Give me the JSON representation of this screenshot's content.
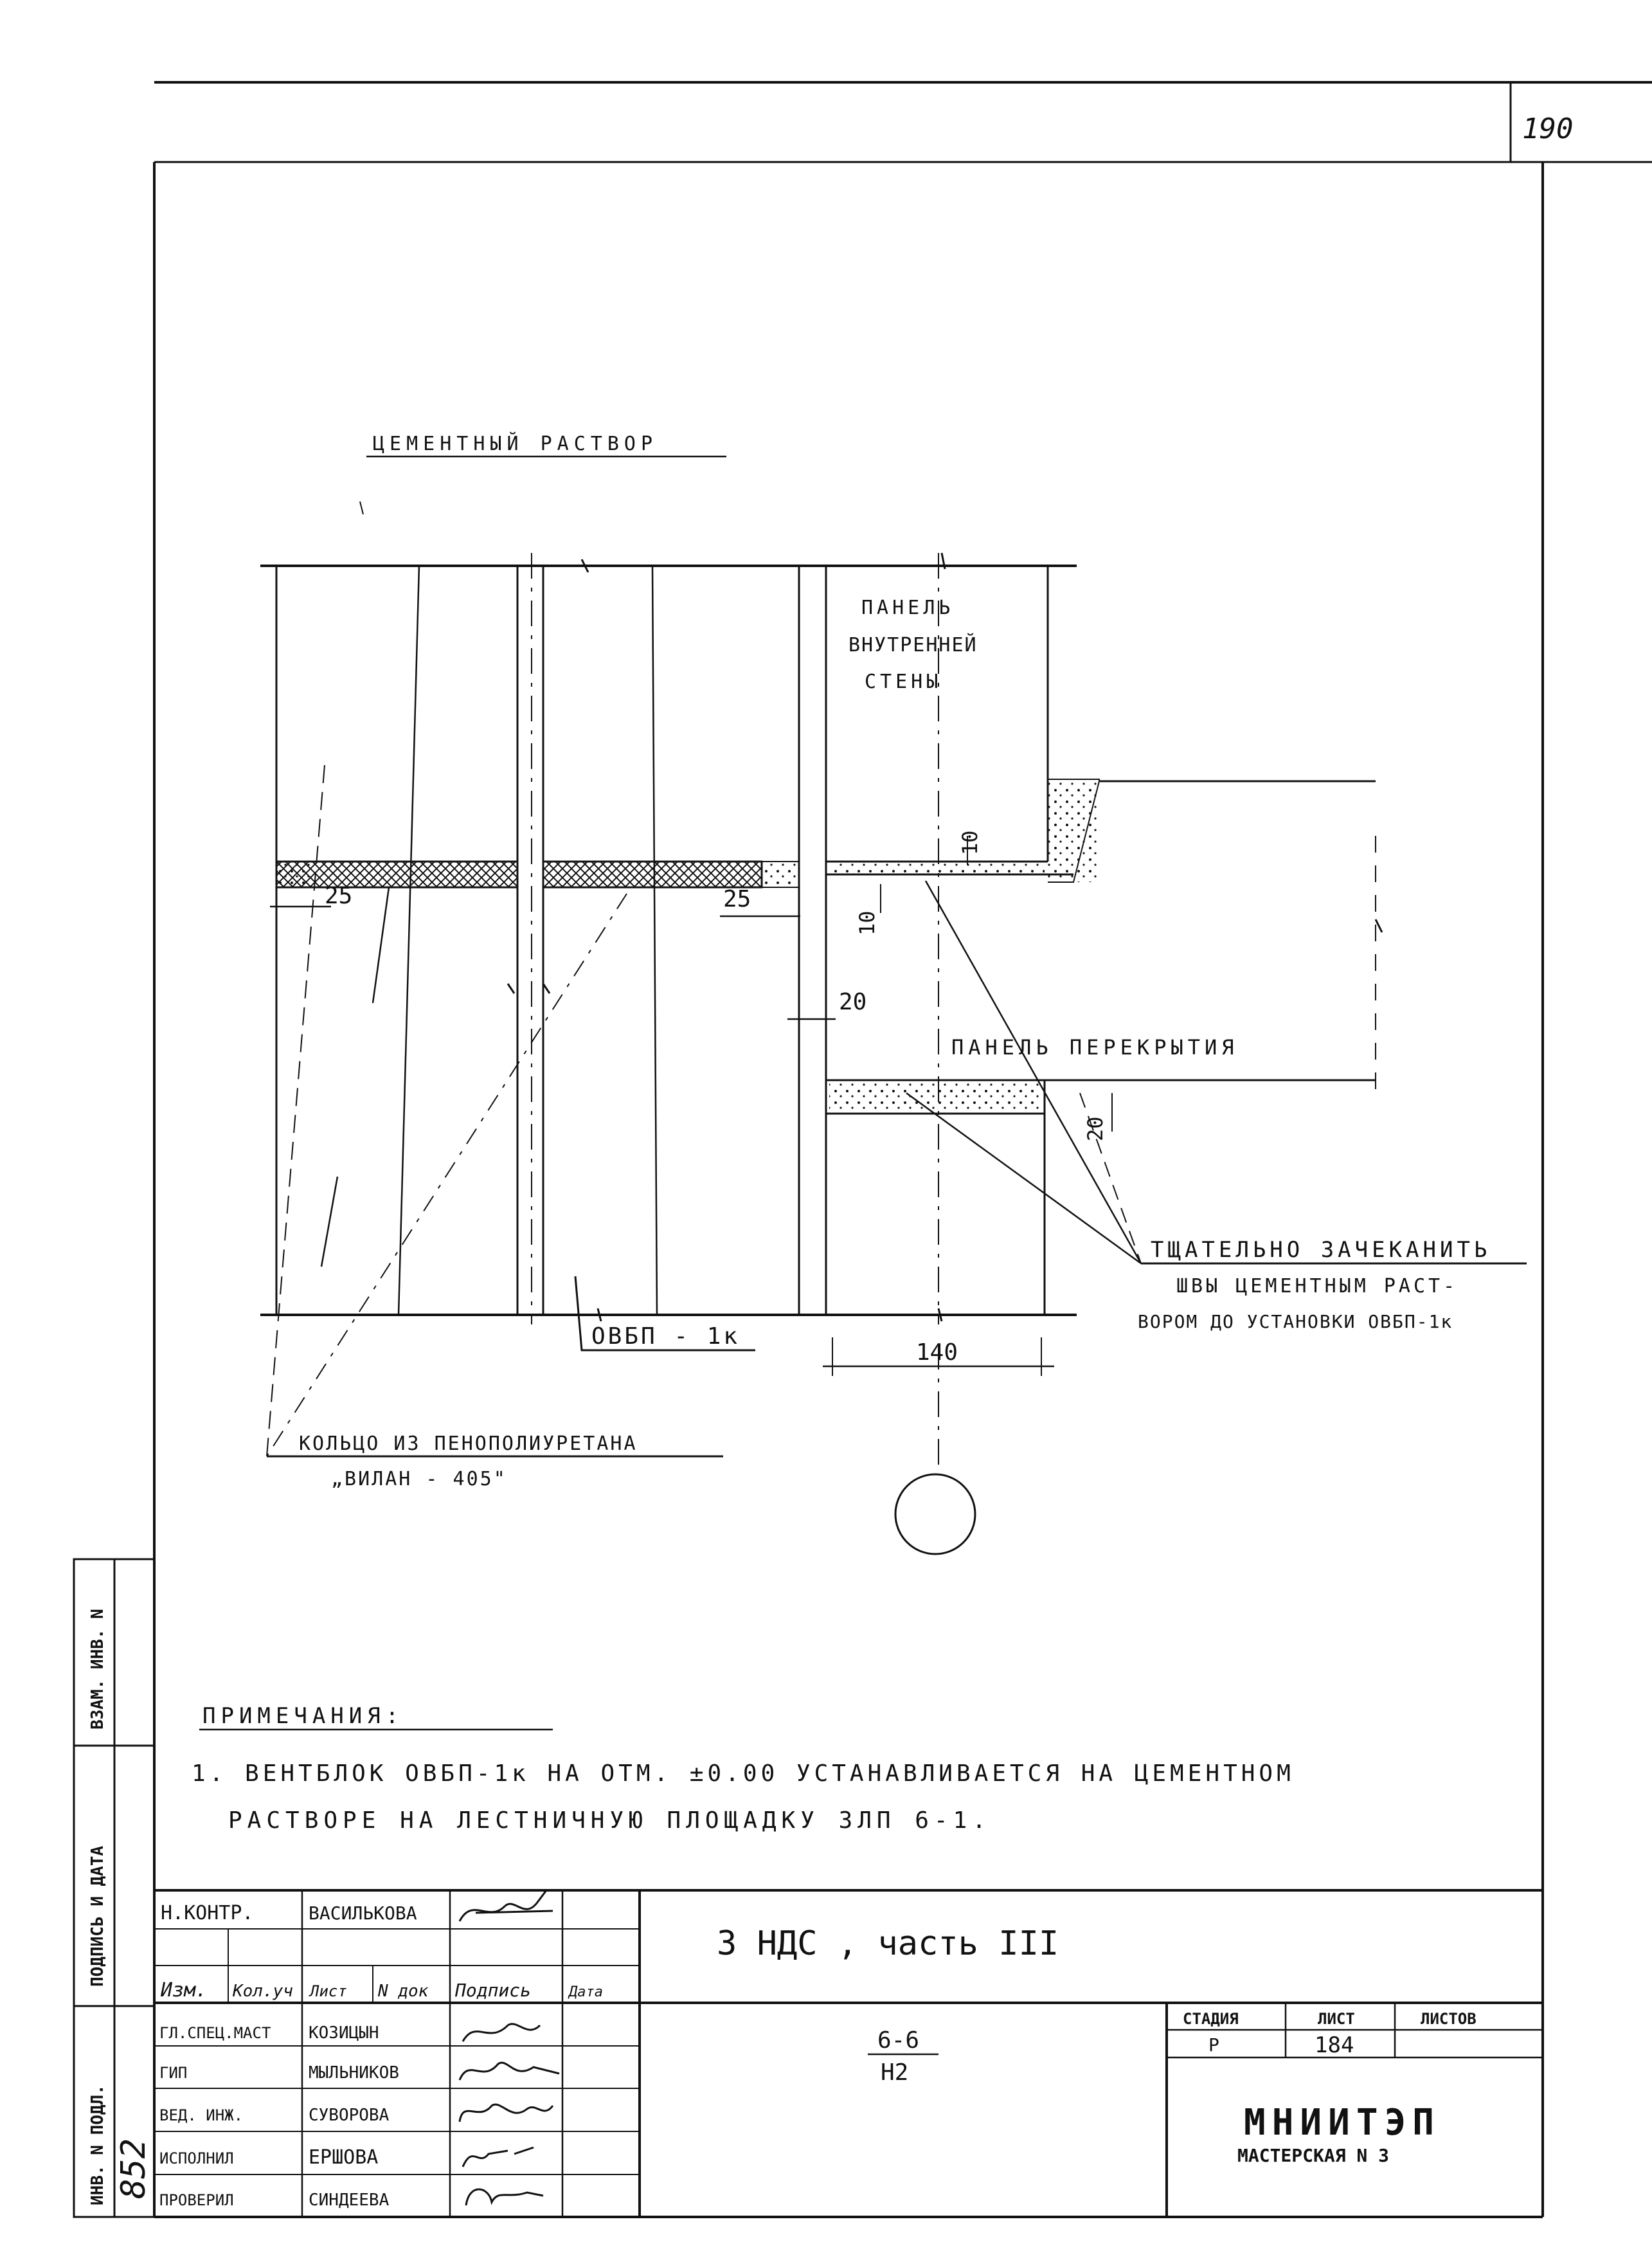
{
  "sheet": {
    "page_number": "190"
  },
  "drawing": {
    "label_cement_mortar": "ЦЕМЕНТНЫЙ РАСТВОР",
    "label_inner_wall_panel": [
      "ПАНЕЛЬ",
      "ВНУТРЕННЕЙ",
      "СТЕНЫ"
    ],
    "label_floor_panel": "ПАНЕЛЬ ПЕРЕКРЫТИЯ",
    "label_caulk_note": [
      "ТЩАТЕЛЬНО ЗАЧЕКАНИТЬ",
      "ШВЫ ЦЕМЕНТНЫМ РАСТ-",
      "ВОРОМ ДО УСТАНОВКИ ОВБП-1к"
    ],
    "label_vent_block": "ОВБП - 1к",
    "label_ring": [
      "КОЛЬЦО ИЗ ПЕНОПОЛИУРЕТАНА",
      "„ВИЛАН - 405\""
    ],
    "dims": {
      "left_gap": "25",
      "right_gap": "25",
      "top_gap": "10",
      "side_gap": "10",
      "wall_gap": "20",
      "bottom_gap": "20",
      "width": "140"
    }
  },
  "notes": {
    "heading": "ПРИМЕЧАНИЯ:",
    "lines": [
      "1. ВЕНТБЛОК ОВБП-1к НА ОТМ. ±0.00 УСТАНАВЛИВАЕТСЯ НА ЦЕМЕНТНОМ",
      "РАСТВОРЕ НА ЛЕСТНИЧНУЮ ПЛОЩАДКУ ЗЛП 6-1."
    ]
  },
  "side_stamp": {
    "labels": [
      "ВЗАМ. ИНВ. N",
      "ПОДПИСЬ И ДАТА",
      "ИНВ. N ПОДЛ."
    ],
    "inv_number": "852"
  },
  "title_block": {
    "nkontr_role": "Н.КОНТР.",
    "nkontr_name": "ВАСИЛЬКОВА",
    "headers": [
      "Изм.",
      "Кол.уч",
      "Лист",
      "N док",
      "Подпись",
      "Дата"
    ],
    "signers": [
      {
        "role": "ГЛ.СПЕЦ.МАСТ",
        "name": "КОЗИЦЫН"
      },
      {
        "role": "ГИП",
        "name": "МЫЛЬНИКОВ"
      },
      {
        "role": "ВЕД. ИНЖ.",
        "name": "СУВОРОВА"
      },
      {
        "role": "ИСПОЛНИЛ",
        "name": "ЕРШОВА"
      },
      {
        "role": "ПРОВЕРИЛ",
        "name": "СИНДЕЕВА"
      }
    ],
    "project_title": "3 НДС , часть III",
    "section_top": "6-6",
    "section_bottom": "Н2",
    "stage_header": "СТАДИЯ",
    "sheet_header": "ЛИСТ",
    "sheets_header": "ЛИСТОВ",
    "stage_value": "Р",
    "sheet_value": "184",
    "sheets_value": "",
    "org_name": "МНИИТЭП",
    "org_sub": "МАСТЕРСКАЯ N 3"
  }
}
